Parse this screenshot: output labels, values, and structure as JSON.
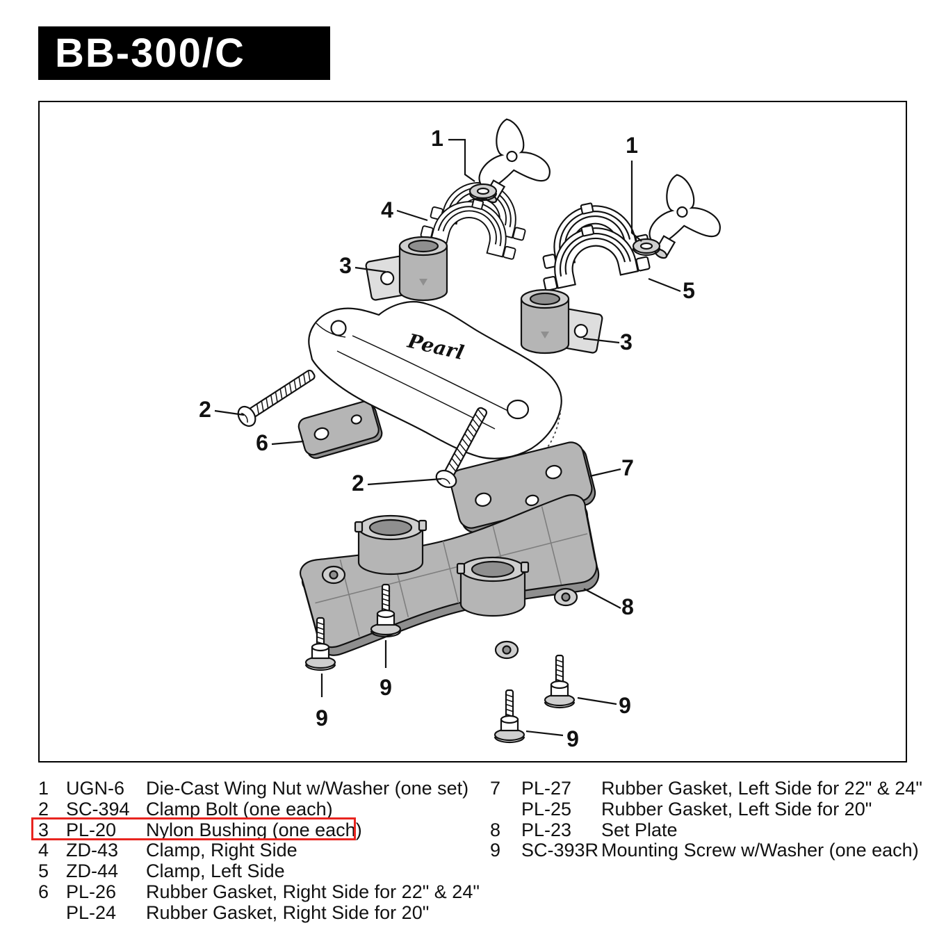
{
  "title": "BB-300/C",
  "diagram": {
    "logo": "Pearl",
    "callouts": [
      "1",
      "4",
      "3",
      "1",
      "5",
      "3",
      "2",
      "6",
      "2",
      "7",
      "8",
      "9",
      "9",
      "9",
      "9"
    ]
  },
  "parts": {
    "highlight_color": "#e8241f",
    "left": [
      {
        "num": "1",
        "code": "UGN-6",
        "desc": "Die-Cast Wing Nut w/Washer (one set)"
      },
      {
        "num": "2",
        "code": "SC-394",
        "desc": "Clamp Bolt (one each)"
      },
      {
        "num": "3",
        "code": "PL-20",
        "desc": "Nylon Bushing (one each)"
      },
      {
        "num": "4",
        "code": "ZD-43",
        "desc": "Clamp, Right Side"
      },
      {
        "num": "5",
        "code": "ZD-44",
        "desc": "Clamp, Left Side"
      },
      {
        "num": "6",
        "code": "PL-26",
        "desc": "Rubber Gasket, Right Side for 22\" & 24\""
      },
      {
        "num": "",
        "code": "PL-24",
        "desc": "Rubber Gasket, Right Side for 20\""
      }
    ],
    "right": [
      {
        "num": "7",
        "code": "PL-27",
        "desc": "Rubber Gasket, Left Side for 22\" & 24\""
      },
      {
        "num": "",
        "code": "PL-25",
        "desc": "Rubber Gasket, Left Side for 20\""
      },
      {
        "num": "8",
        "code": "PL-23",
        "desc": "Set Plate"
      },
      {
        "num": "9",
        "code": "SC-393R",
        "desc": "Mounting Screw w/Washer (one each)"
      }
    ]
  }
}
